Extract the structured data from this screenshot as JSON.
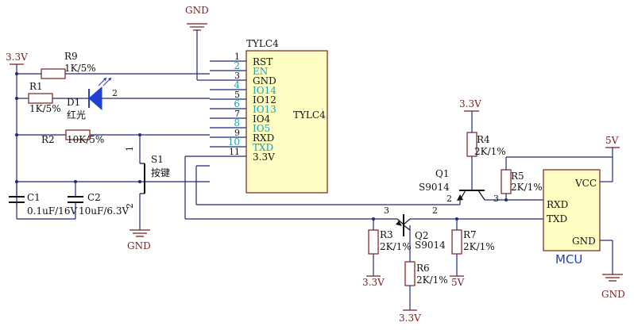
{
  "nets": {
    "gnd_top": "GND",
    "v33_left": "3.3V",
    "v33_q1": "3.3V",
    "v5_right": "5V",
    "gnd_s1": "GND",
    "v33_r3": "3.3V",
    "v5_r7": "5V",
    "v33_r6": "3.3V",
    "gnd_mcu": "GND"
  },
  "module": {
    "title": "TYLC4",
    "center_label": "TYLC4",
    "pins": [
      {
        "num": "1",
        "name": "RST",
        "style": "black"
      },
      {
        "num": "2",
        "name": "EN",
        "style": "teal"
      },
      {
        "num": "3",
        "name": "GND",
        "style": "black"
      },
      {
        "num": "4",
        "name": "IO14",
        "style": "teal"
      },
      {
        "num": "5",
        "name": "IO12",
        "style": "black"
      },
      {
        "num": "6",
        "name": "IO13",
        "style": "teal"
      },
      {
        "num": "7",
        "name": "IO4",
        "style": "black"
      },
      {
        "num": "8",
        "name": "IO5",
        "style": "teal"
      },
      {
        "num": "9",
        "name": "RXD",
        "style": "black"
      },
      {
        "num": "10",
        "name": "TXD",
        "style": "teal"
      },
      {
        "num": "11",
        "name": "3.3V",
        "style": "black"
      }
    ]
  },
  "components": {
    "r9": {
      "ref": "R9",
      "value": "1K/5%"
    },
    "r1": {
      "ref": "R1",
      "value": "1K/5%"
    },
    "d1": {
      "ref": "D1",
      "value": "红光",
      "pin2": "2"
    },
    "r2": {
      "ref": "R2",
      "value": "10K/5%"
    },
    "c1": {
      "ref": "C1",
      "value": "0.1uF/16V"
    },
    "c2": {
      "ref": "C2",
      "value": "10uF/6.3V"
    },
    "s1": {
      "ref": "S1",
      "value": "按键",
      "pin1": "1",
      "pin2": "2"
    },
    "q1": {
      "ref": "Q1",
      "value": "S9014",
      "pin2": "2",
      "pin3": "3"
    },
    "q2": {
      "ref": "Q2",
      "value": "S9014",
      "pin2": "2",
      "pin3": "3"
    },
    "r4": {
      "ref": "R4",
      "value": "2K/1%"
    },
    "r5": {
      "ref": "R5",
      "value": "2K/1%"
    },
    "r3": {
      "ref": "R3",
      "value": "2K/1%"
    },
    "r6": {
      "ref": "R6",
      "value": "2K/1%"
    },
    "r7": {
      "ref": "R7",
      "value": "2K/1%"
    }
  },
  "mcu": {
    "title": "MCU",
    "pins": {
      "vcc": "VCC",
      "rxd": "RXD",
      "txd": "TXD",
      "gnd": "GND"
    }
  },
  "colors": {
    "wire": "#1e2a7a",
    "power_symbol": "#7a1f1f",
    "module_fill": "#ffffc4",
    "teal_pin": "#1aa0b8"
  }
}
